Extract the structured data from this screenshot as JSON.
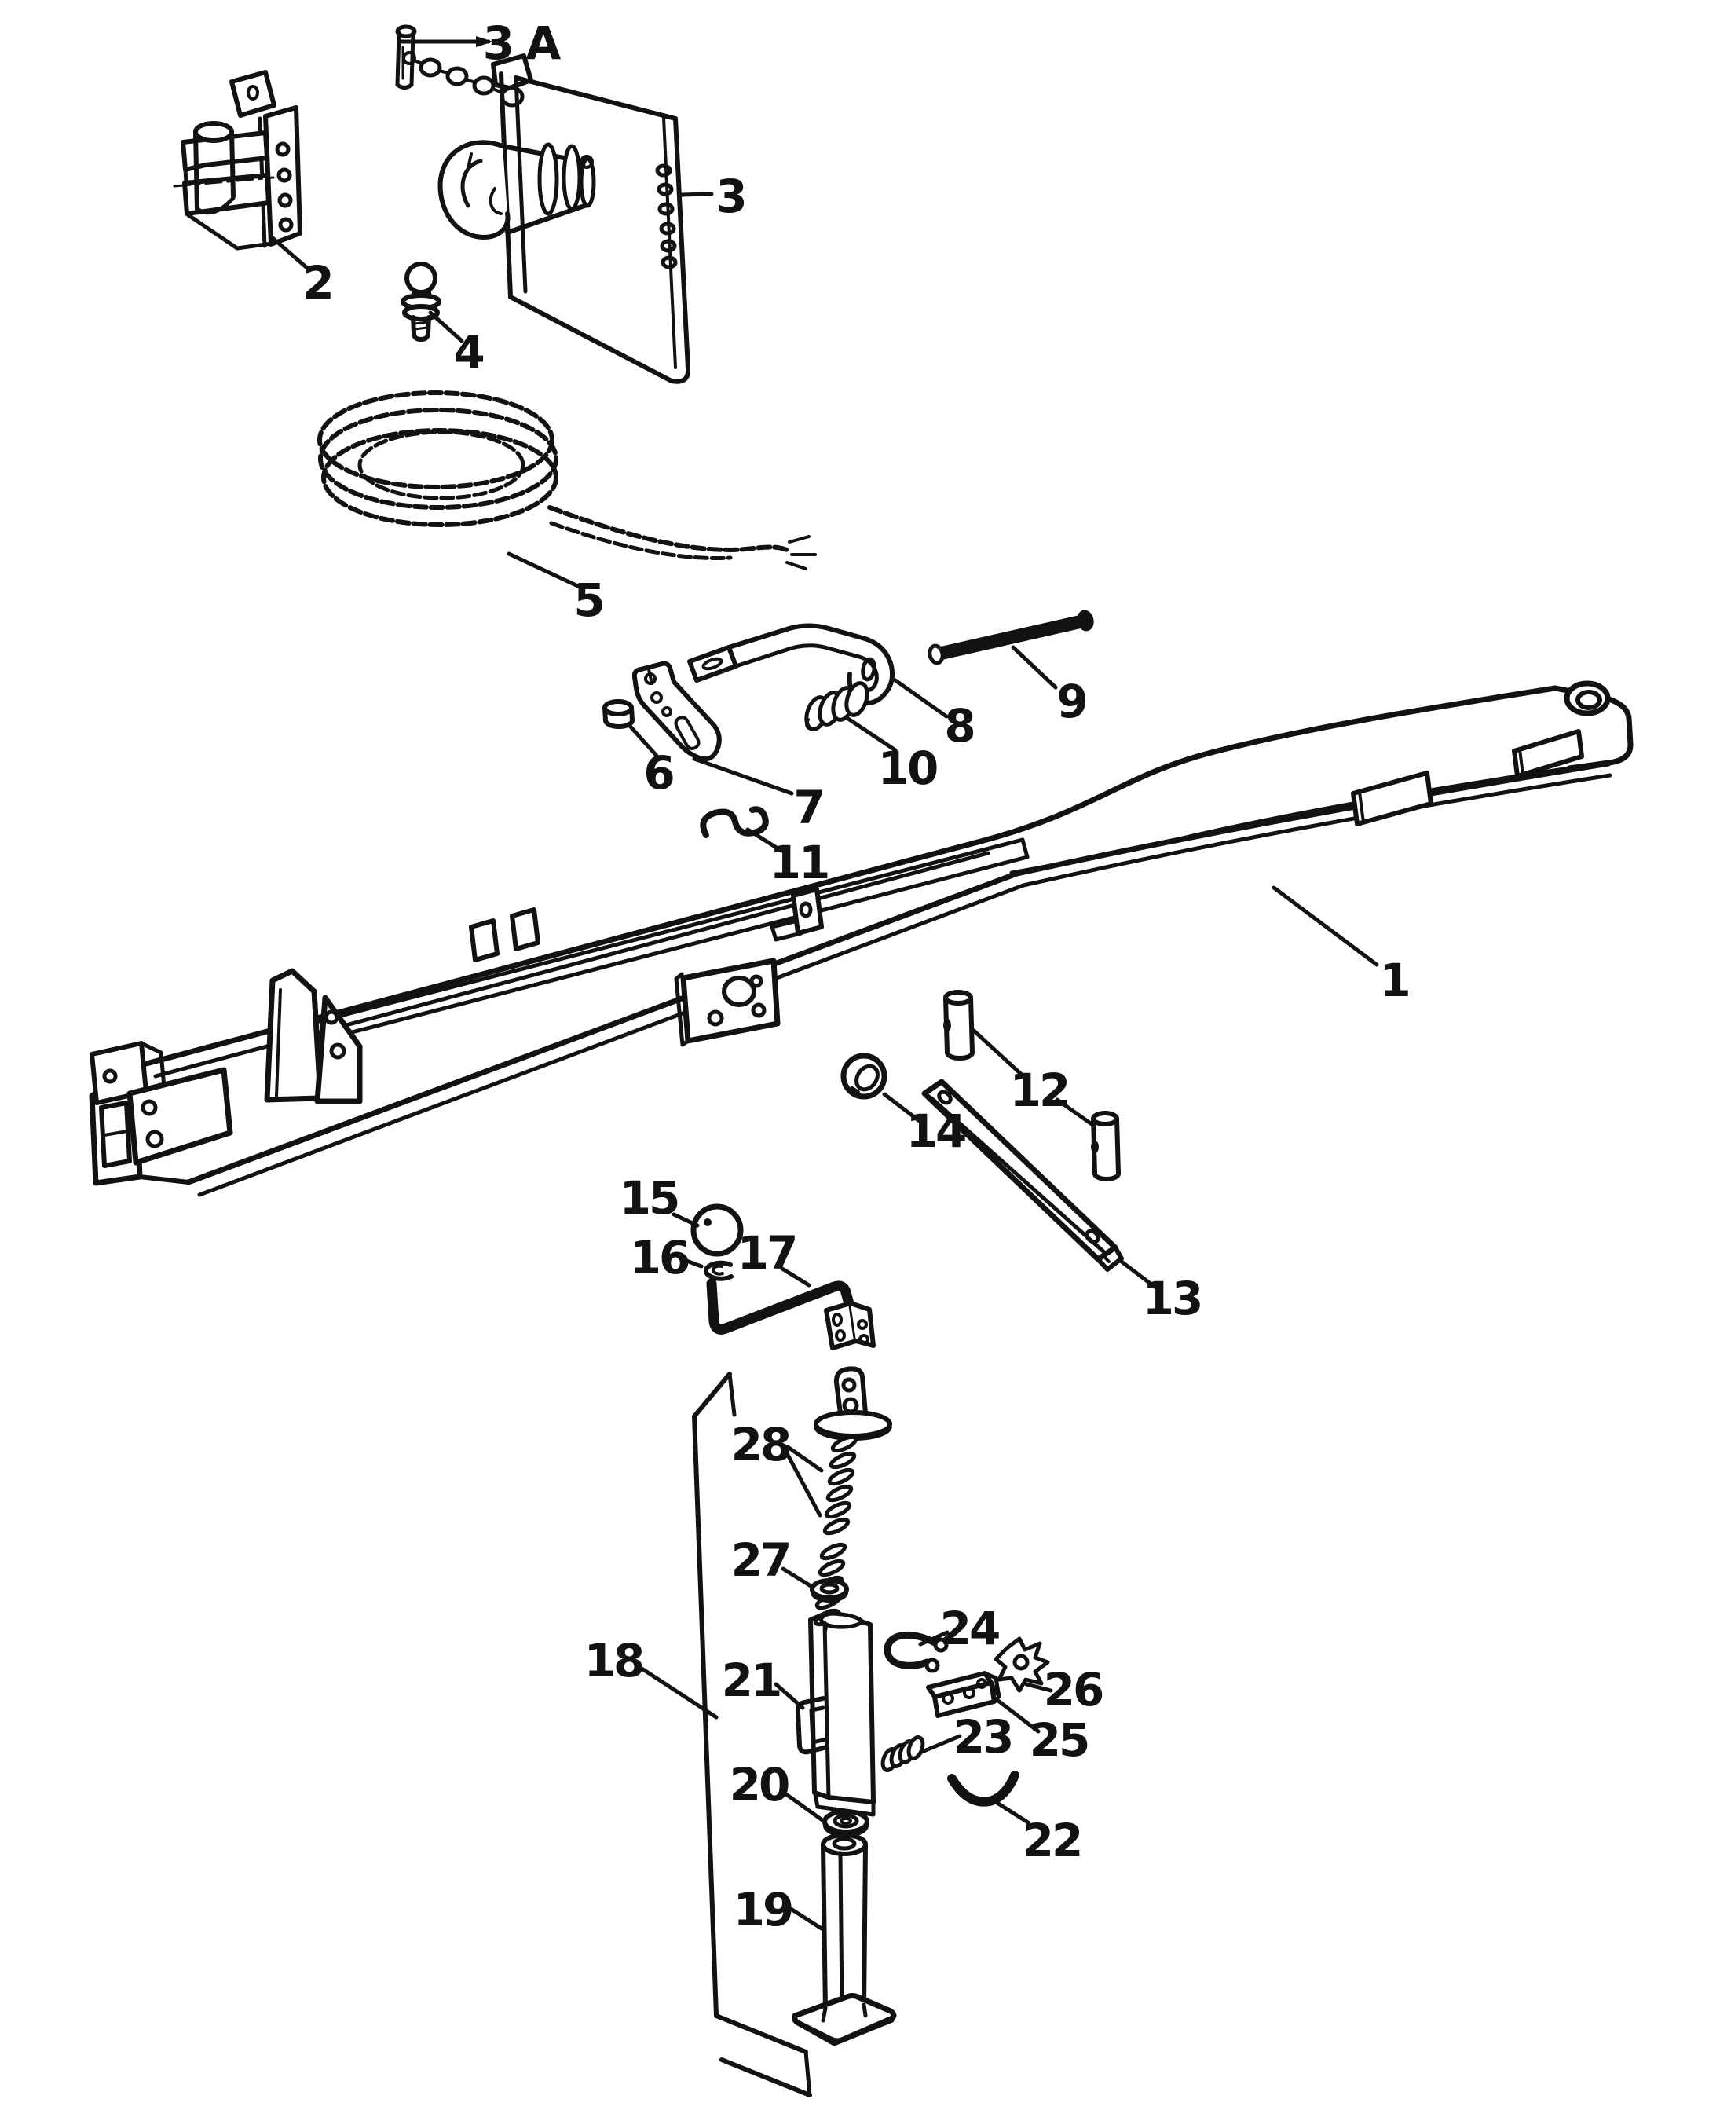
{
  "figure": {
    "kind": "exploded-parts-diagram",
    "background_color": "#ffffff",
    "ink_color": "#121212"
  },
  "callouts": [
    {
      "label": "1"
    },
    {
      "label": "2"
    },
    {
      "label": "3"
    },
    {
      "label": "3 A"
    },
    {
      "label": "4"
    },
    {
      "label": "5"
    },
    {
      "label": "6"
    },
    {
      "label": "7"
    },
    {
      "label": "8"
    },
    {
      "label": "9"
    },
    {
      "label": "10"
    },
    {
      "label": "11"
    },
    {
      "label": "12"
    },
    {
      "label": "13"
    },
    {
      "label": "14"
    },
    {
      "label": "15"
    },
    {
      "label": "16"
    },
    {
      "label": "17"
    },
    {
      "label": "18"
    },
    {
      "label": "19"
    },
    {
      "label": "20"
    },
    {
      "label": "21"
    },
    {
      "label": "22"
    },
    {
      "label": "23"
    },
    {
      "label": "24"
    },
    {
      "label": "25"
    },
    {
      "label": "26"
    },
    {
      "label": "27"
    },
    {
      "label": "28"
    }
  ]
}
